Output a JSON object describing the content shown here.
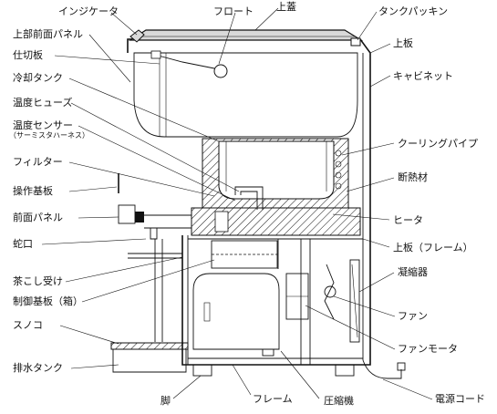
{
  "labels": {
    "indicator": "インジケータ",
    "float": "フロート",
    "top_lid": "上蓋",
    "tank_packing": "タンクパッキン",
    "upper_front_panel": "上部前面パネル",
    "top_plate": "上板",
    "partition_plate": "仕切板",
    "cabinet": "キャビネット",
    "cooling_tank": "冷却タンク",
    "thermal_fuse": "温度ヒューズ",
    "temperature_sensor": "温度センサー",
    "thermistor_harness": "（サーミスタハーネス）",
    "cooling_pipe": "クーリングパイプ",
    "filter": "フィルター",
    "insulation": "断熱材",
    "control_board": "操作基板",
    "front_panel": "前面パネル",
    "heater": "ヒータ",
    "faucet": "蛇口",
    "top_plate_frame": "上板（フレーム）",
    "tea_strainer_holder": "茶こし受け",
    "condenser": "凝縮器",
    "control_board_box": "制御基板（箱）",
    "fan": "ファン",
    "drainboard": "スノコ",
    "fan_motor": "ファンモータ",
    "drain_tank": "排水タンク",
    "leg": "脚",
    "frame": "フレーム",
    "compressor": "圧縮機",
    "power_cord": "電源コード"
  },
  "colors": {
    "line": "#111111",
    "lid_fill": "#d9d9d9",
    "background": "#ffffff"
  }
}
